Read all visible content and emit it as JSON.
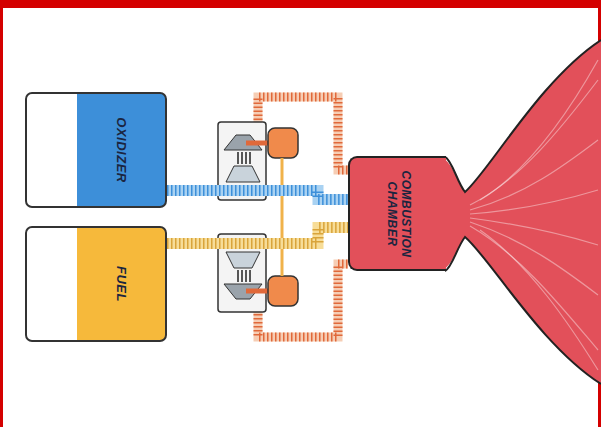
{
  "diagram": {
    "nodes": [
      {
        "text": [
          "OXIDIZER"
        ]
      },
      {
        "text": [
          "FUEL"
        ]
      },
      {
        "text": [
          "COMBUSTION CHAMBER"
        ]
      }
    ],
    "edges": [
      {
        "from": 0,
        "to": 2,
        "arrow": "none"
      },
      {
        "from": 1,
        "to": 2,
        "arrow": "none"
      }
    ]
  }
}
